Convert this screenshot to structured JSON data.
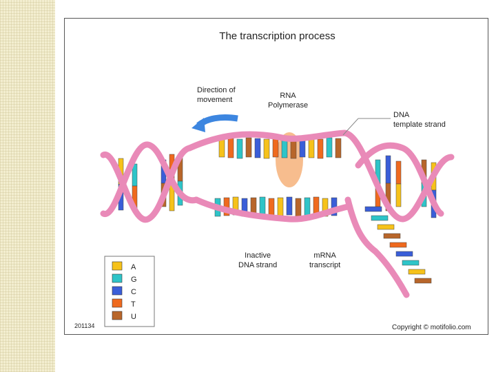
{
  "diagram": {
    "title": "The transcription process",
    "labels": {
      "direction": "Direction of\nmovement",
      "polymerase": "RNA\nPolymerase",
      "template": "DNA\ntemplate strand",
      "inactive": "Inactive\nDNA strand",
      "mrna": "mRNA\ntranscript",
      "code": "201134",
      "copyright": "Copyright © motifolio.com"
    },
    "legend": [
      {
        "letter": "A",
        "color": "#f6c21a"
      },
      {
        "letter": "G",
        "color": "#2ec4c8"
      },
      {
        "letter": "C",
        "color": "#3a5ed8"
      },
      {
        "letter": "T",
        "color": "#ef6a1e"
      },
      {
        "letter": "U",
        "color": "#b8662a"
      }
    ],
    "colors": {
      "backbone": "#e98ab8",
      "arrow": "#3d86e0",
      "polymerase": "#f6b27a"
    }
  }
}
